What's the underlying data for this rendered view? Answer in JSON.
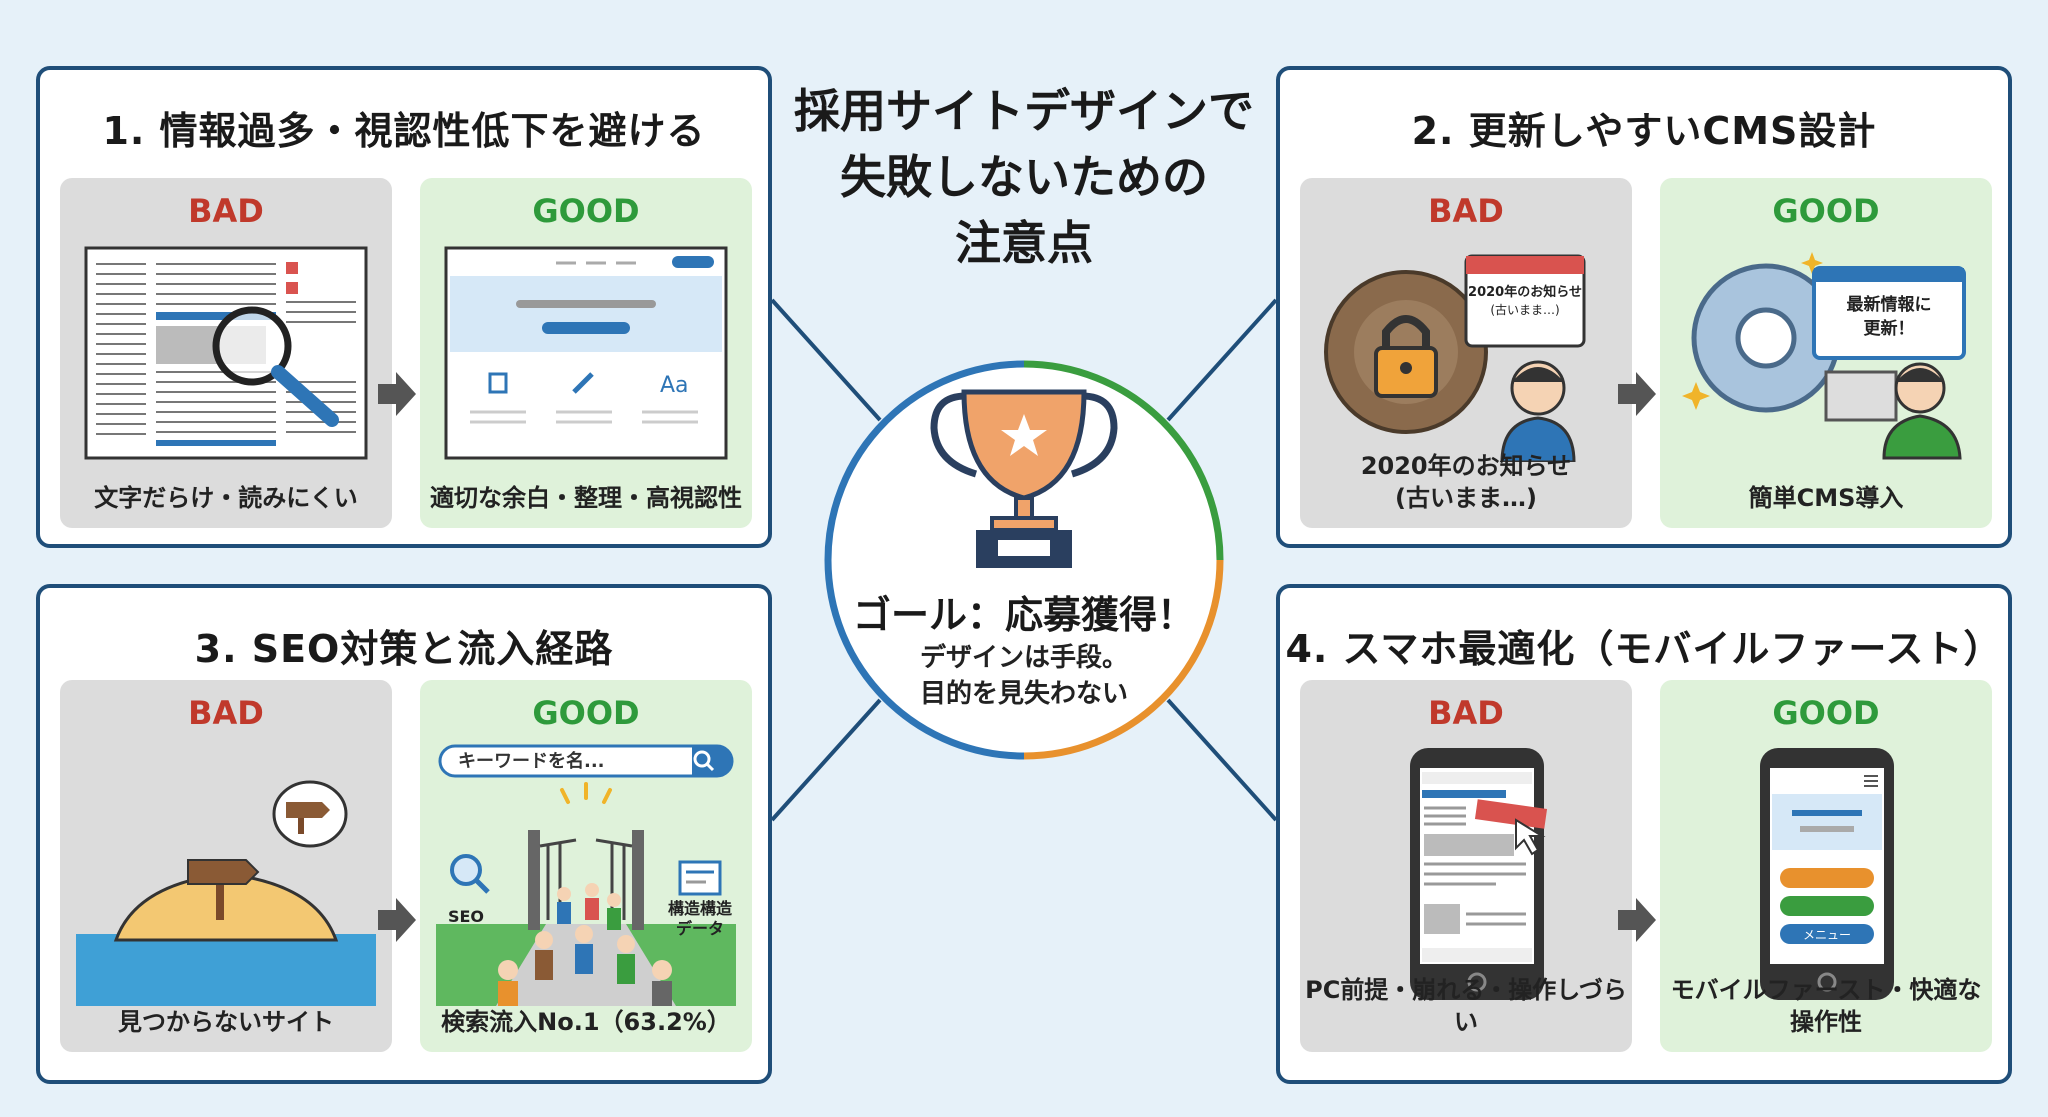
{
  "title_lines": [
    "採用サイトデザインで",
    "失敗しないための",
    "注意点"
  ],
  "goal": {
    "title": "ゴール：応募獲得！",
    "sub_lines": [
      "デザインは手段。",
      "目的を見失わない"
    ]
  },
  "colors": {
    "card_border": "#1f4e79",
    "bad_label": "#c0392b",
    "good_label": "#2e9a3b",
    "bad_bg": "#dcdcdc",
    "good_bg": "#dff2da",
    "ring_blue": "#2e75b6",
    "ring_green": "#3a9d3f",
    "ring_orange": "#e8912d"
  },
  "cards": [
    {
      "title": "1. 情報過多・視認性低下を避ける",
      "bad": {
        "label": "BAD",
        "caption": "文字だらけ・読みにくい"
      },
      "good": {
        "label": "GOOD",
        "caption": "適切な余白・整理・高視認性",
        "icon_text": "Aa"
      }
    },
    {
      "title": "2. 更新しやすいCMS設計",
      "bad": {
        "label": "BAD",
        "calendar_lines": [
          "2020年のお知らせ",
          "(古いまま…)"
        ],
        "caption_lines": [
          "2020年のお知らせ",
          "(古いまま…)"
        ]
      },
      "good": {
        "label": "GOOD",
        "screen_lines": [
          "最新情報に",
          "更新！"
        ],
        "caption": "簡単CMS導入"
      }
    },
    {
      "title": "3. SEO対策と流入経路",
      "bad": {
        "label": "BAD",
        "caption": "見つからないサイト"
      },
      "good": {
        "label": "GOOD",
        "search_placeholder": "キーワードを名...",
        "seo_label": "SEO",
        "struct_lines": [
          "構造構造",
          "データ"
        ],
        "caption": "検索流入No.1（63.2%）"
      }
    },
    {
      "title": "4. スマホ最適化（モバイルファースト）",
      "bad": {
        "label": "BAD",
        "caption": "PC前提・崩れる・操作しづらい"
      },
      "good": {
        "label": "GOOD",
        "menu_label": "メニュー",
        "caption": "モバイルファースト・快適な操作性"
      }
    }
  ]
}
